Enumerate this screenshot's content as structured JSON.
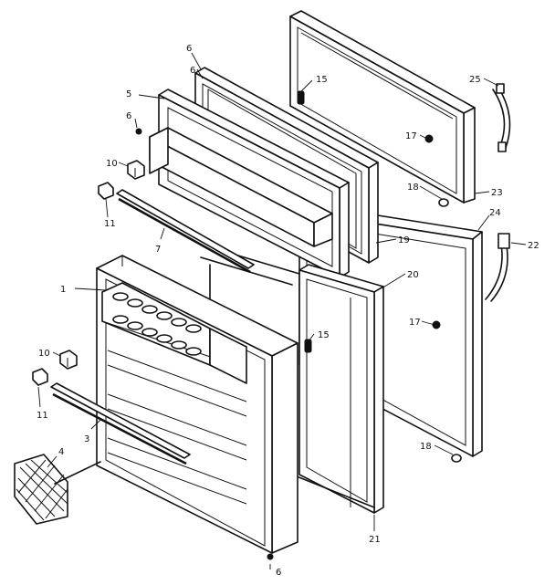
{
  "diagram": {
    "callouts": [
      {
        "id": "c1",
        "text": "1"
      },
      {
        "id": "c3",
        "text": "3"
      },
      {
        "id": "c4",
        "text": "4"
      },
      {
        "id": "c5",
        "text": "5"
      },
      {
        "id": "c6a",
        "text": "6"
      },
      {
        "id": "c6b",
        "text": "6"
      },
      {
        "id": "c6c",
        "text": "6"
      },
      {
        "id": "c6d",
        "text": "6"
      },
      {
        "id": "c7",
        "text": "7"
      },
      {
        "id": "c10a",
        "text": "10"
      },
      {
        "id": "c10b",
        "text": "10"
      },
      {
        "id": "c11a",
        "text": "11"
      },
      {
        "id": "c11b",
        "text": "11"
      },
      {
        "id": "c15a",
        "text": "15"
      },
      {
        "id": "c15b",
        "text": "15"
      },
      {
        "id": "c17a",
        "text": "17"
      },
      {
        "id": "c17b",
        "text": "17"
      },
      {
        "id": "c18a",
        "text": "18"
      },
      {
        "id": "c18b",
        "text": "18"
      },
      {
        "id": "c19",
        "text": "19"
      },
      {
        "id": "c20",
        "text": "20"
      },
      {
        "id": "c21",
        "text": "21"
      },
      {
        "id": "c22",
        "text": "22"
      },
      {
        "id": "c23",
        "text": "23"
      },
      {
        "id": "c24",
        "text": "24"
      },
      {
        "id": "c25",
        "text": "25"
      }
    ]
  }
}
